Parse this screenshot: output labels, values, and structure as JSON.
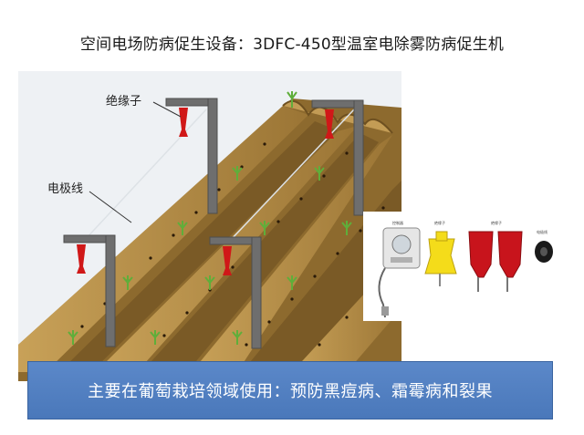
{
  "page": {
    "title": "空间电场防病促生设备：3DFC-450型温室电除雾防病促生机",
    "callouts": {
      "insulator": "绝缘子",
      "electrode_wire": "电极线"
    },
    "product_labels": [
      "控制器",
      "绝缘子",
      "绝缘子",
      "电极线"
    ],
    "banner_text": "主要在葡萄栽培领域使用：预防黑痘病、霜霉病和裂果"
  },
  "colors": {
    "soil": "#a07a3c",
    "bed": "#8a6a30",
    "post": "#666666",
    "insulator": "#d01818",
    "banner": "#4e7cbf"
  }
}
